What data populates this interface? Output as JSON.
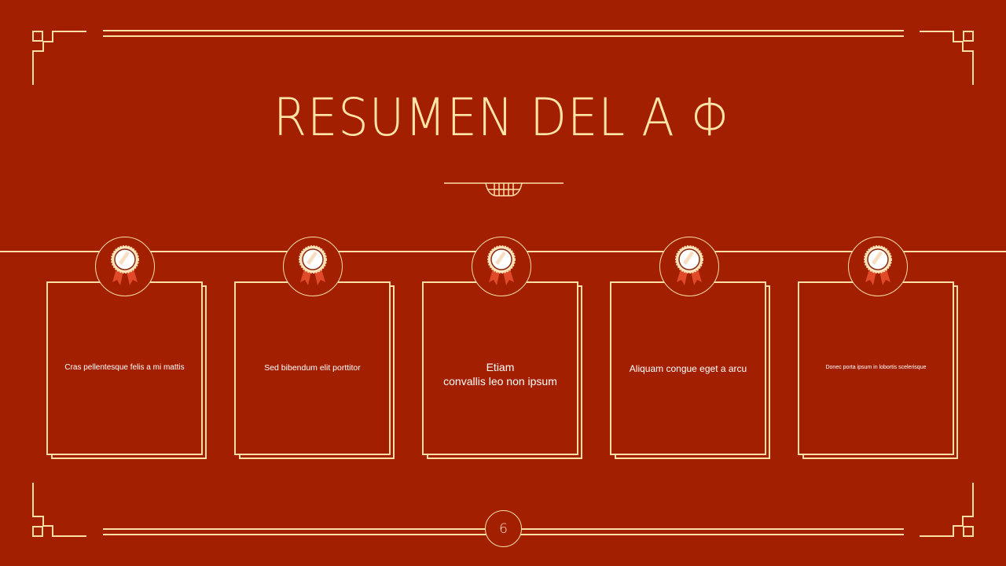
{
  "slide": {
    "title": "RESUMEN DEL A  Φ",
    "page_number": "6",
    "colors": {
      "background": "#a31f02",
      "accent": "#fddfa6",
      "text": "#ffffff",
      "ribbon": "#e0492a"
    }
  },
  "cards": [
    {
      "text": "Cras pellentesque felis a mi mattis",
      "icon": "award-medal-icon"
    },
    {
      "text": "Sed bibendum elit porttitor",
      "icon": "award-medal-icon"
    },
    {
      "text_line1": "Etiam",
      "text_line2": "convallis leo non ipsum",
      "icon": "award-medal-icon"
    },
    {
      "text": "Aliquam congue eget a arcu",
      "icon": "award-medal-icon"
    },
    {
      "text": "Donec porta ipsum in lobortis scelerisque",
      "icon": "award-medal-icon"
    }
  ]
}
